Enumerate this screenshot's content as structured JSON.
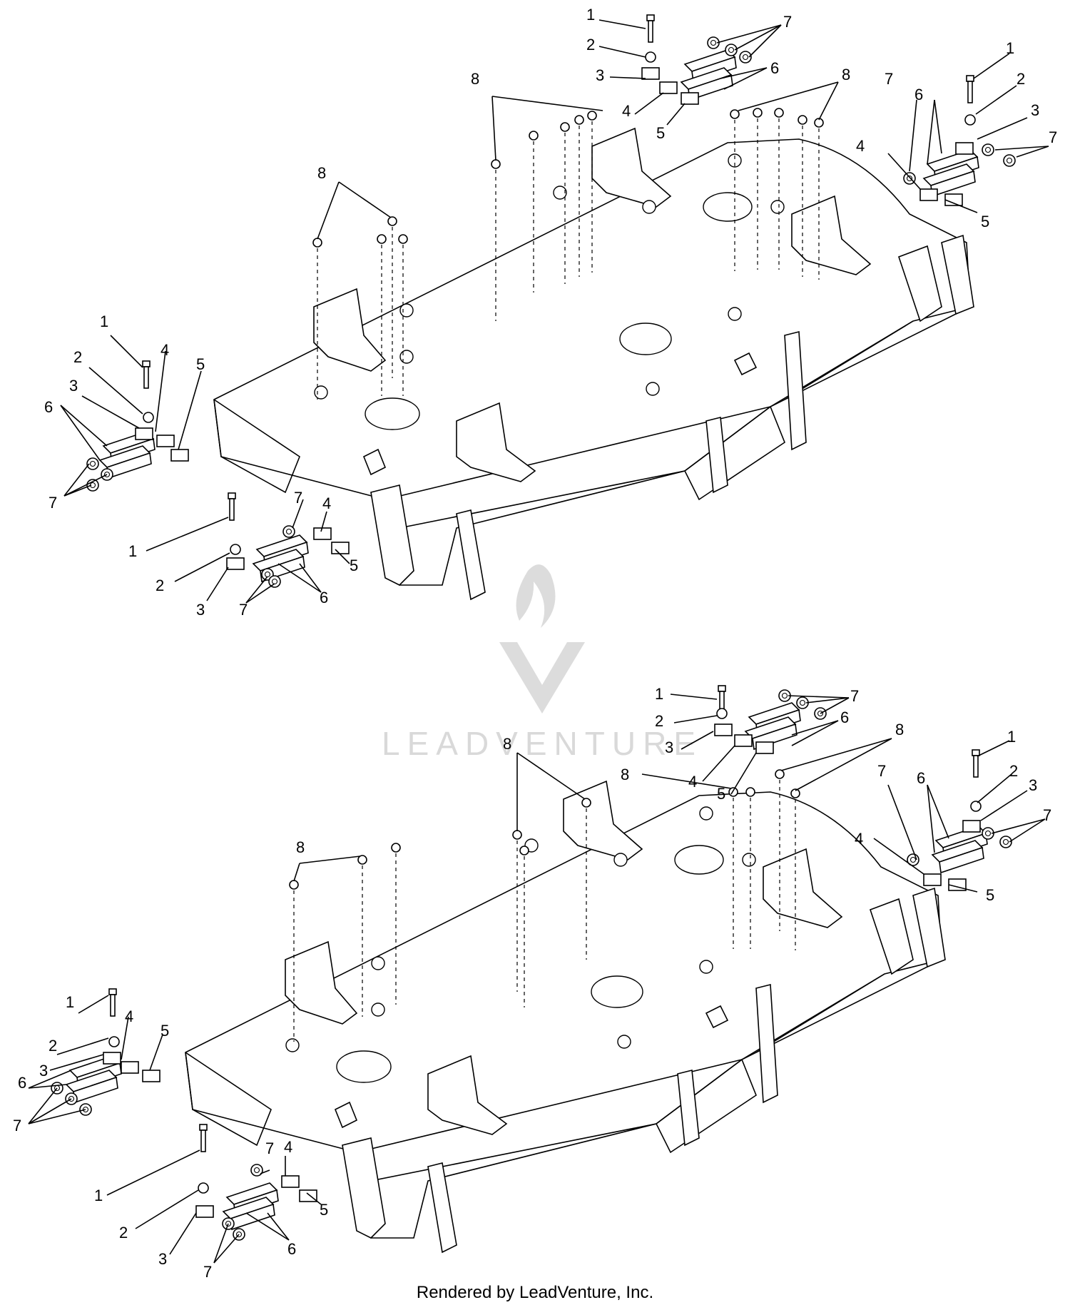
{
  "watermark": {
    "text": "LEADVENTURE"
  },
  "footer": {
    "text": "Rendered by LeadVenture, Inc."
  },
  "callout_numbers": [
    "1",
    "2",
    "3",
    "4",
    "5",
    "6",
    "7",
    "8"
  ],
  "colors": {
    "line": "#000000",
    "watermark": "#d9d9d9",
    "background": "#ffffff"
  }
}
